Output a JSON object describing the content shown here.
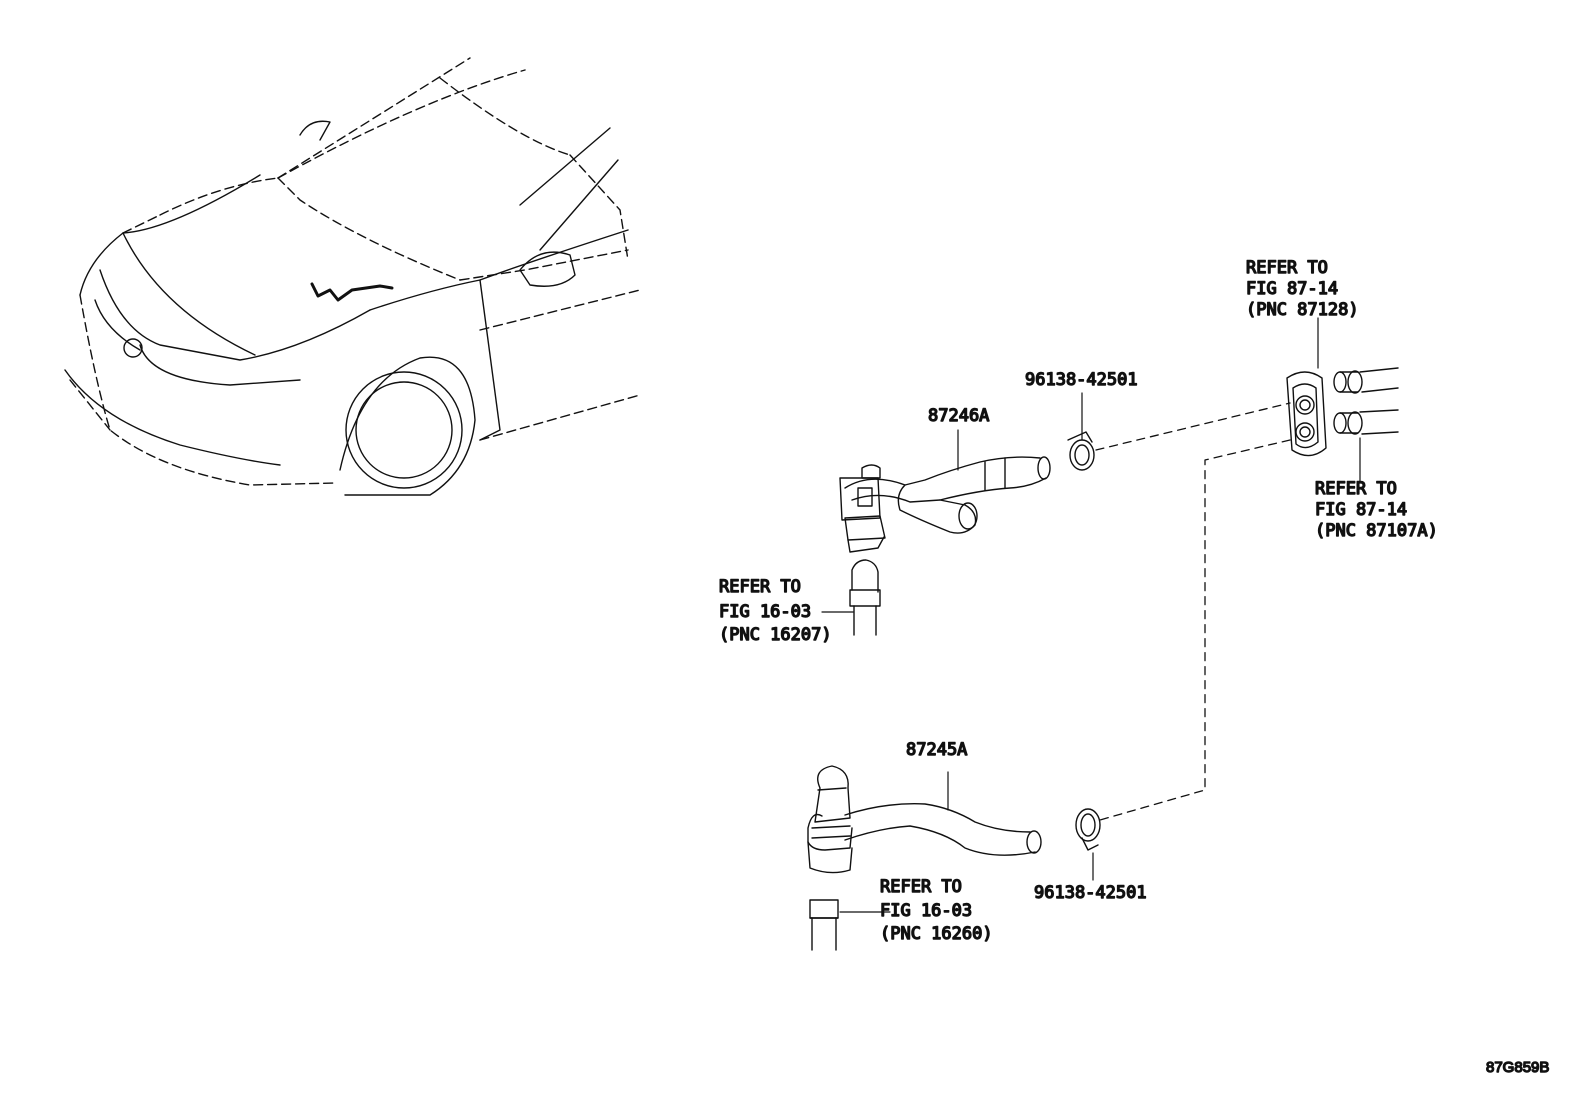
{
  "diagram_code": "87G859B",
  "callouts": {
    "hose_upper": "87246A",
    "hose_lower": "87245A",
    "clamp_upper": "96138-42501",
    "clamp_lower": "96138-42501"
  },
  "refs": {
    "grommet": [
      "REFER TO",
      "FIG 87-14",
      "(PNC 87128)"
    ],
    "pipes": [
      "REFER TO",
      "FIG 87-14",
      "(PNC 87107A)"
    ],
    "engine_upper": [
      "REFER TO",
      "FIG 16-03",
      "(PNC 16207)"
    ],
    "engine_lower": [
      "REFER TO",
      "FIG 16-03",
      "(PNC 16260)"
    ]
  }
}
